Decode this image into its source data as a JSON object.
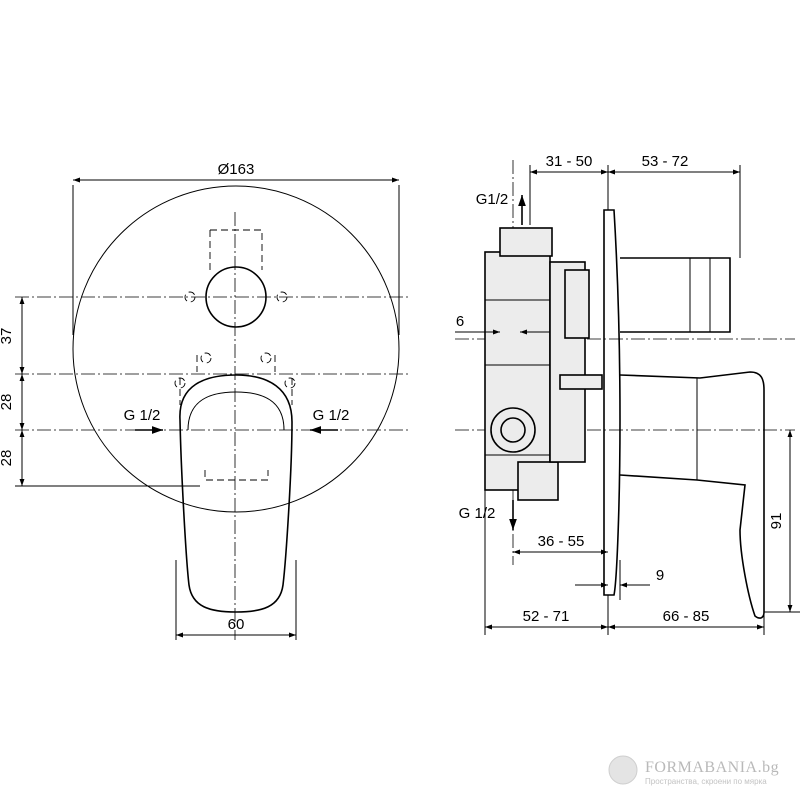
{
  "front_view": {
    "diameter_label": "Ø163",
    "dim_37": "37",
    "dim_28_upper": "28",
    "dim_28_lower": "28",
    "inlet_left": "G 1/2",
    "inlet_right": "G 1/2",
    "dim_60": "60"
  },
  "side_view": {
    "outlet_top": "G1/2",
    "outlet_bottom": "G 1/2",
    "dim_31_50": "31 - 50",
    "dim_53_72": "53 - 72",
    "dim_6": "6",
    "dim_36_55": "36 - 55",
    "dim_9": "9",
    "dim_91": "91",
    "dim_52_71": "52 - 71",
    "dim_66_85": "66 - 85"
  },
  "watermark": {
    "brand": "FORMABANIA.bg",
    "tagline": "Пространства, скроени по мярка"
  }
}
